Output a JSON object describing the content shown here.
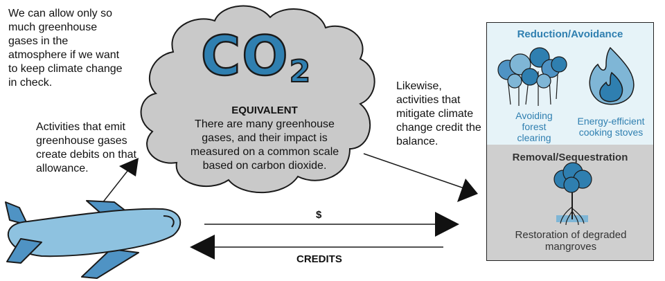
{
  "intro_text": "We can allow only so much greenhouse gases in the atmosphere if we want to keep climate change in check.",
  "debits_text": "Activities that emit greenhouse gases create debits on that allowance.",
  "likewise_text": "Likewise, activities that mitigate climate change credit the balance.",
  "cloud": {
    "co2_main": "CO",
    "co2_sub": "2",
    "heading": "EQUIVALENT",
    "body": "There are many greenhouse gases, and their impact is measured on a common scale based on carbon dioxide."
  },
  "panel": {
    "reduction_title": "Reduction/Avoidance",
    "forest_caption": "Avoiding forest clearing",
    "stoves_caption": "Energy-efficient cooking stoves",
    "removal_title": "Removal/Sequestration",
    "mangrove_caption": "Restoration of degraded mangroves"
  },
  "arrows": {
    "money_label": "$",
    "credits_label": "CREDITS"
  },
  "colors": {
    "blue": "#2f7fb0",
    "light_blue": "#7fb6d6",
    "cloud_gray": "#c9c9c9",
    "panel_top": "#e6f3f8",
    "panel_bottom": "#cfcfcf"
  }
}
